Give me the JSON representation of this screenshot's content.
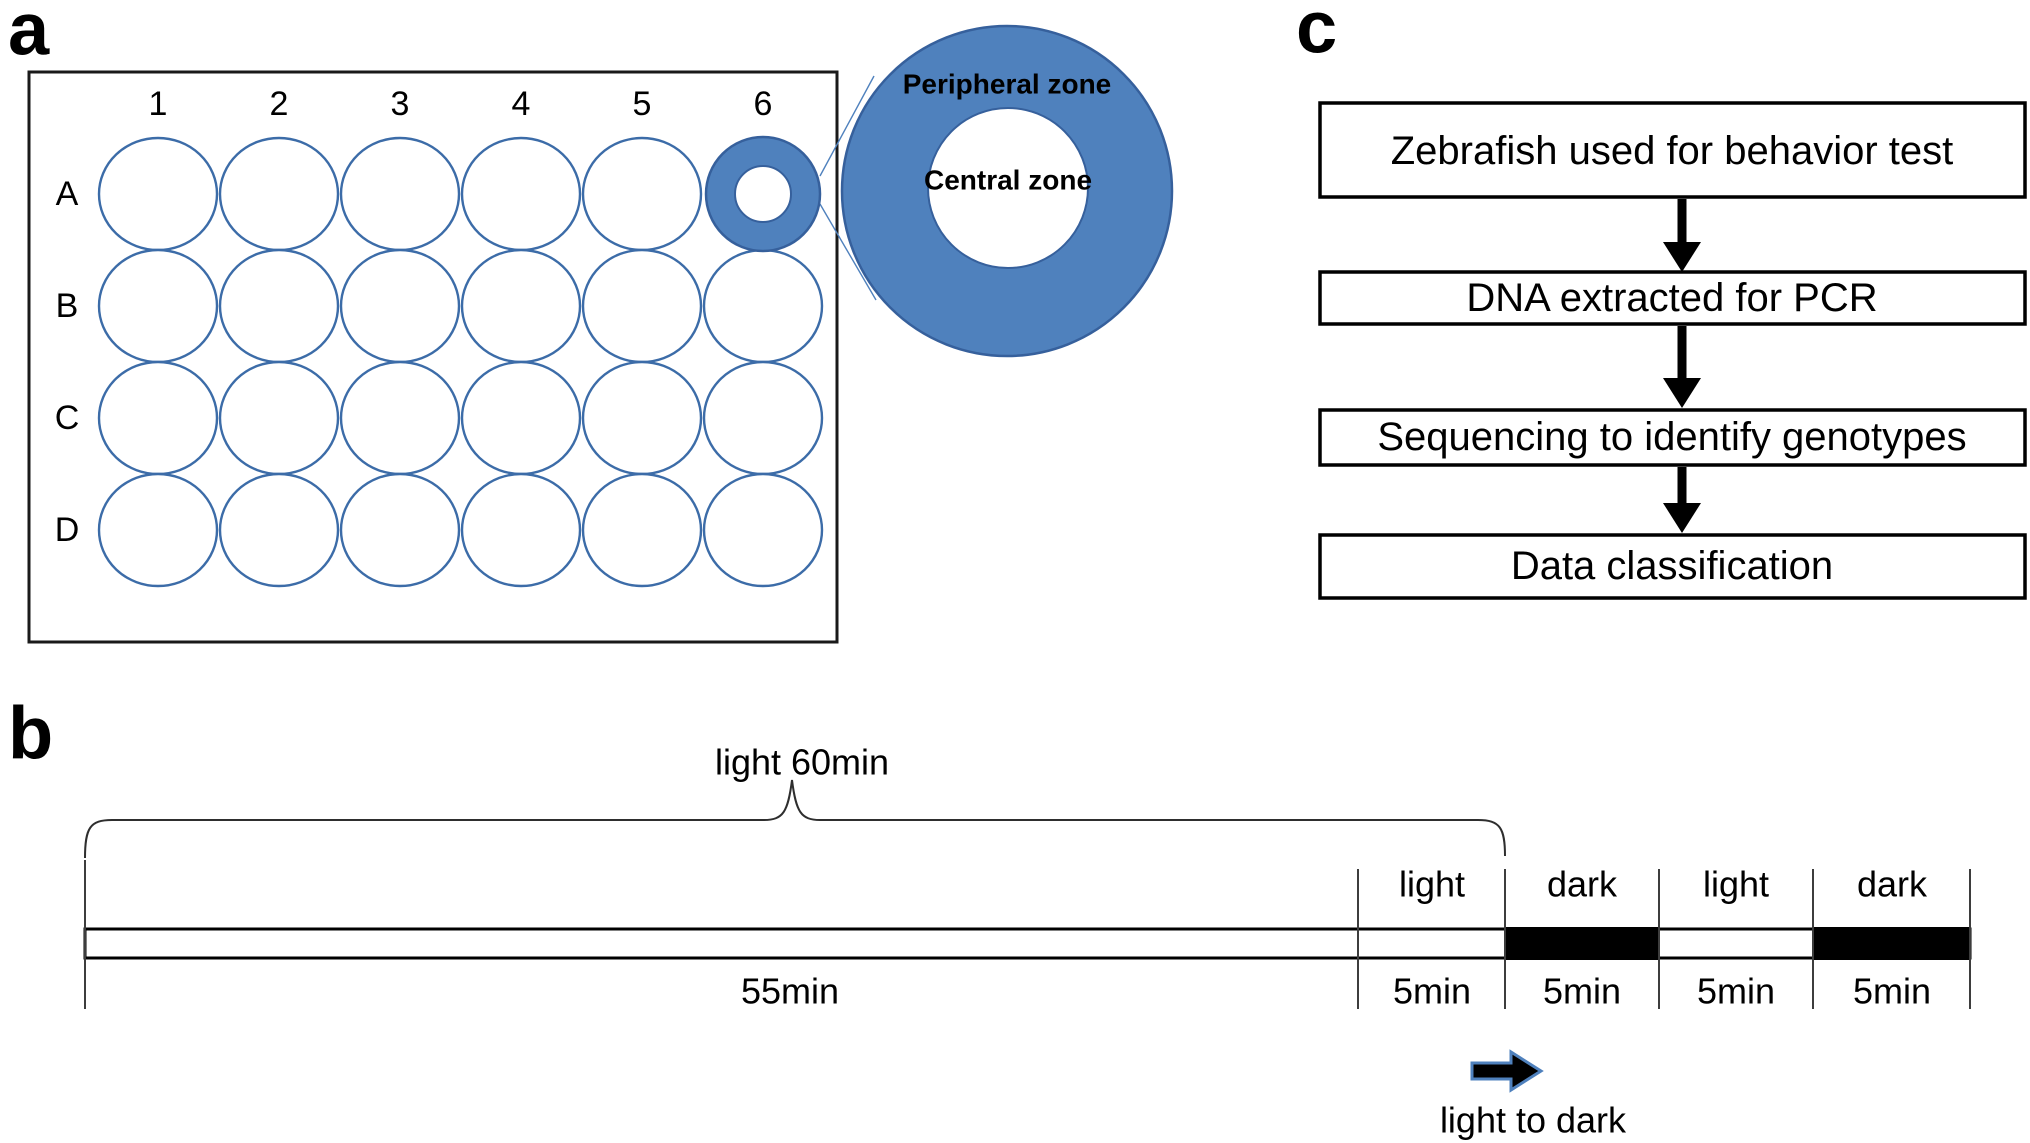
{
  "panels": {
    "a": {
      "label": "a",
      "plate": {
        "col_labels": [
          "1",
          "2",
          "3",
          "4",
          "5",
          "6"
        ],
        "row_labels": [
          "A",
          "B",
          "C",
          "D"
        ]
      },
      "zoom": {
        "peripheral_label": "Peripheral zone",
        "central_label": "Central zone"
      }
    },
    "b": {
      "label": "b",
      "brace_label": "light 60min",
      "baseline_duration": "55min",
      "segments": [
        {
          "phase": "light",
          "duration": "5min"
        },
        {
          "phase": "dark",
          "duration": "5min"
        },
        {
          "phase": "light",
          "duration": "5min"
        },
        {
          "phase": "dark",
          "duration": "5min"
        }
      ],
      "transition_label": "light to dark"
    },
    "c": {
      "label": "c",
      "steps": [
        "Zebrafish used for behavior test",
        "DNA extracted for PCR",
        "Sequencing to identify genotypes",
        "Data classification"
      ]
    }
  },
  "colors": {
    "zone_fill": "#4F81BD",
    "zone_stroke": "#36609C",
    "well_stroke": "#3C6CA8",
    "arrow_outline": "#4F81BD",
    "timeline_dark": "#000000"
  }
}
